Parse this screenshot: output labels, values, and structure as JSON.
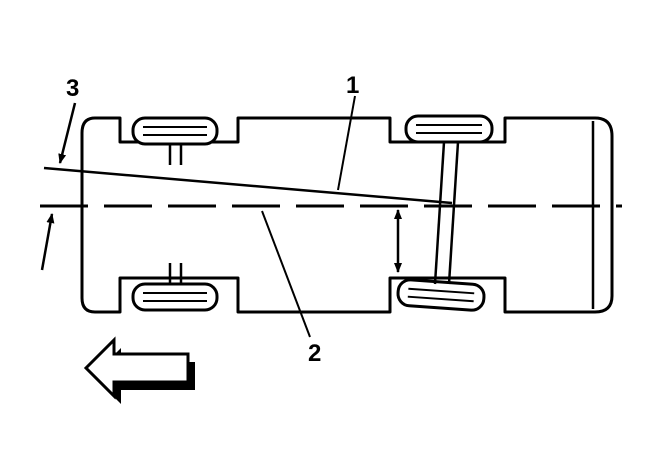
{
  "labels": {
    "callout_1": "1",
    "callout_2": "2",
    "callout_3": "3"
  },
  "colors": {
    "ink": "#000000",
    "background": "#ffffff"
  },
  "icons": {
    "direction_arrow": "arrow-left-icon"
  }
}
